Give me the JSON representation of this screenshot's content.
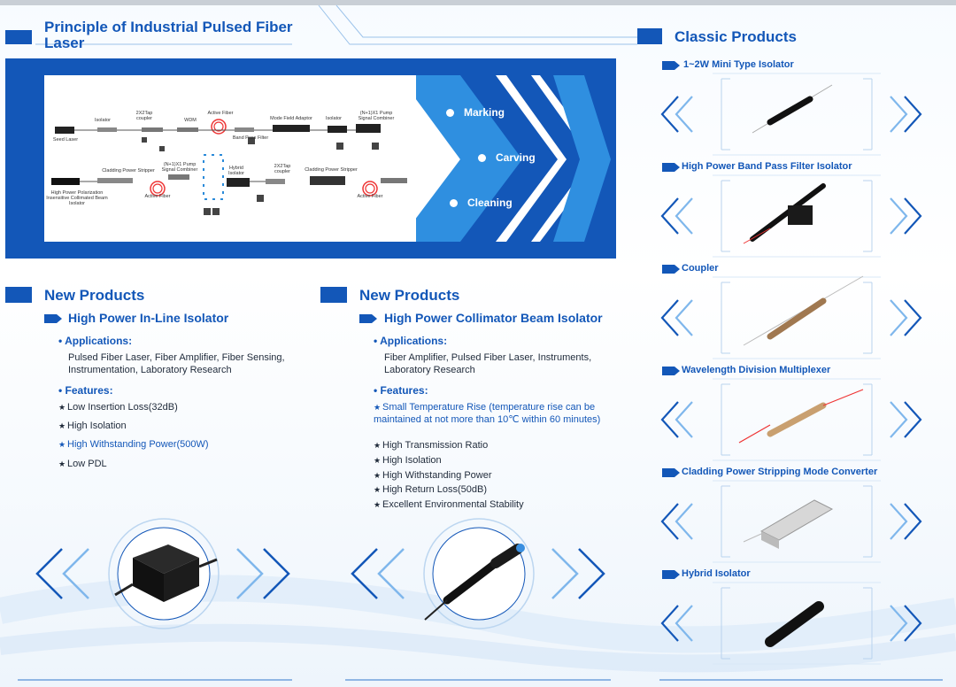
{
  "principle": {
    "title": "Principle of Industrial Pulsed Fiber Laser",
    "diagram_labels": {
      "seed_laser": "Seed Laser",
      "isolator_1": "Isolator",
      "coupler_top": "2X2Tap coupler",
      "wdm": "WDM",
      "active_fiber_top": "Active Fiber",
      "bandpass": "Band Pass Filter",
      "mode_field": "Mode Field Adaptor",
      "isolator_2": "Isolator",
      "pump_combiner_top": "(N+1)X1 Pump Signal Combiner",
      "cladding_stripper_left": "Cladding Power Stripper",
      "pump_combiner_bottom": "(N+1)X1 Pump Signal Combiner",
      "hybrid_isolator": "Hybrid Isolator",
      "coupler_bottom": "2X2Tap coupler",
      "cladding_stripper_right": "Cladding Power Stripper",
      "hp_isolator": "High Power Polarization Insensitive Collimated Beam Isolator",
      "active_fiber_bottom_left": "Active Fiber",
      "active_fiber_bottom_right": "Active Fiber"
    },
    "applications": [
      "Marking",
      "Carving",
      "Cleaning"
    ]
  },
  "new_products_left": {
    "header": "New Products",
    "product_title": "High Power In-Line Isolator",
    "applications_label": "Applications:",
    "applications_text": "Pulsed Fiber Laser, Fiber Amplifier, Fiber Sensing, Instrumentation, Laboratory Research",
    "features_label": "Features:",
    "features": [
      {
        "text": "Low Insertion Loss(32dB)",
        "highlight": false
      },
      {
        "text": "High Isolation",
        "highlight": false
      },
      {
        "text": "High Withstanding Power(500W)",
        "highlight": true
      },
      {
        "text": "Low PDL",
        "highlight": false
      }
    ]
  },
  "new_products_right": {
    "header": "New Products",
    "product_title": "High Power Collimator Beam Isolator",
    "applications_label": "Applications:",
    "applications_text": "Fiber Amplifier, Pulsed Fiber Laser, Instruments, Laboratory Research",
    "features_label": "Features:",
    "features": [
      {
        "text": "Small Temperature Rise (temperature rise can be maintained at not more than 10℃ within 60 minutes)",
        "highlight": true
      },
      {
        "text": "High Transmission Ratio",
        "highlight": false
      },
      {
        "text": "High Isolation",
        "highlight": false
      },
      {
        "text": "High Withstanding Power",
        "highlight": false
      },
      {
        "text": "High Return Loss(50dB)",
        "highlight": false
      },
      {
        "text": "Excellent Environmental Stability",
        "highlight": false
      }
    ]
  },
  "classic": {
    "header": "Classic Products",
    "items": [
      {
        "title": "1~2W Mini Type Isolator",
        "icon": "mini-isolator-icon"
      },
      {
        "title": "High Power Band Pass Filter Isolator",
        "icon": "bandpass-isolator-icon"
      },
      {
        "title": "Coupler",
        "icon": "coupler-icon"
      },
      {
        "title": "Wavelength Division Multiplexer",
        "icon": "wdm-icon"
      },
      {
        "title": "Cladding Power Stripping Mode Converter",
        "icon": "mode-converter-icon"
      },
      {
        "title": "Hybrid Isolator",
        "icon": "hybrid-isolator-icon"
      }
    ]
  },
  "colors": {
    "brand_blue": "#1357b8",
    "accent_light": "#2f8fe0",
    "chevron_light": "#7fb7ec"
  }
}
